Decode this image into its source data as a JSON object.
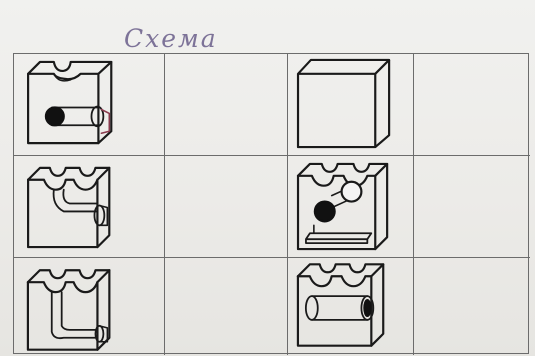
{
  "title": "Схема",
  "grid": {
    "rows": 3,
    "columns": 4,
    "cells": [
      [
        {
          "drawing": "cube-notch-ball-tube"
        },
        {
          "drawing": "empty"
        },
        {
          "drawing": "plain-cube"
        },
        {
          "drawing": "empty"
        }
      ],
      [
        {
          "drawing": "cube-two-notches-curved-tube"
        },
        {
          "drawing": "empty"
        },
        {
          "drawing": "cube-two-notches-two-balls-ramp"
        },
        {
          "drawing": "empty"
        }
      ],
      [
        {
          "drawing": "cube-notches-down-tube"
        },
        {
          "drawing": "empty"
        },
        {
          "drawing": "cube-notches-horizontal-tube"
        },
        {
          "drawing": "empty"
        }
      ]
    ]
  }
}
